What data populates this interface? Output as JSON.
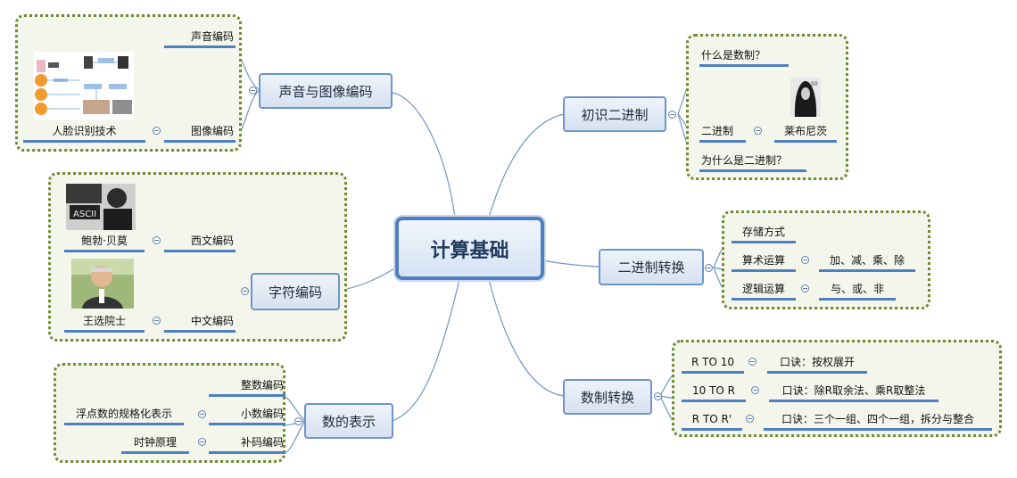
{
  "center": {
    "label": "计算基础"
  },
  "branches": {
    "sound_image": {
      "label": "声音与图像编码",
      "sound": "声音编码",
      "image": "图像编码",
      "face": "人脸识别技术"
    },
    "char_encoding": {
      "label": "字符编码",
      "western": "西文编码",
      "bemer": "鲍勃·贝莫",
      "chinese": "中文编码",
      "wang": "王选院士"
    },
    "number_repr": {
      "label": "数的表示",
      "integer": "整数编码",
      "decimal": "小数编码",
      "float_norm": "浮点数的规格化表示",
      "complement": "补码编码",
      "clock": "时钟原理"
    },
    "binary_intro": {
      "label": "初识二进制",
      "what_is": "什么是数制？",
      "binary": "二进制",
      "leibniz": "莱布尼茨",
      "why": "为什么是二进制？"
    },
    "binary_convert": {
      "label": "二进制转换",
      "storage": "存储方式",
      "arith": "算术运算",
      "arith_ops": "加、减、乘、除",
      "logic": "逻辑运算",
      "logic_ops": "与、或、非"
    },
    "base_convert": {
      "label": "数制转换",
      "r_to_10": "R TO 10",
      "r_to_10_tip": "口诀：按权展开",
      "ten_to_r": "10 TO R",
      "ten_to_r_tip": "口诀：除R取余法、乘R取整法",
      "r_to_r": "R TO R'",
      "r_to_r_tip": "口诀：三个一组、四个一组，拆分与整合"
    }
  },
  "colors": {
    "connector": "#6e95c9",
    "region_border": "#6f8a35",
    "underline": "#4f7fc1"
  }
}
